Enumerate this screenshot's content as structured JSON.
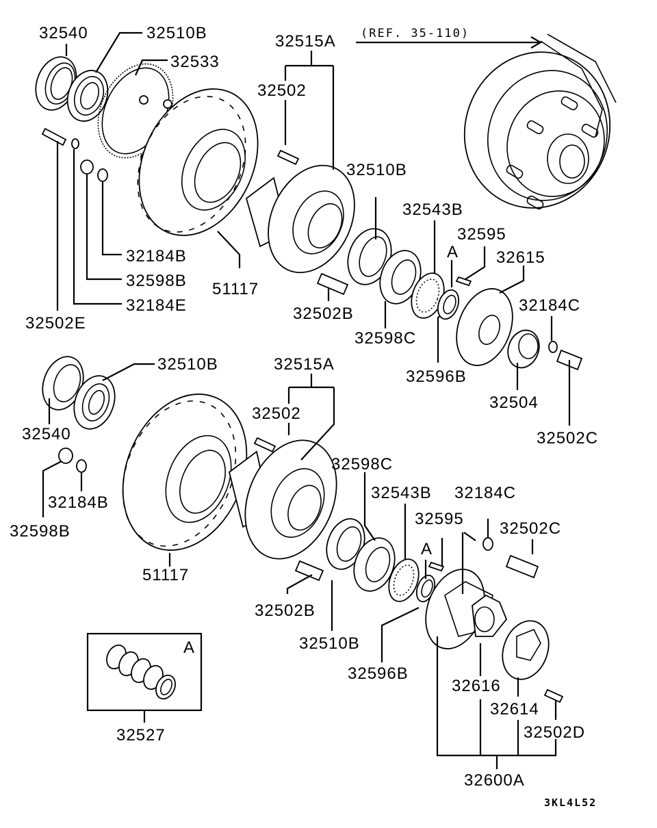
{
  "diagram": {
    "type": "exploded-parts-diagram",
    "subject": "Front axle hub, brake disc and bearing assembly",
    "drawing_code": "3KL4L52",
    "reference_note": "(REF. 35-110)",
    "upper_assembly": {
      "labels": {
        "p32540": "32540",
        "p32510B_a": "32510B",
        "p32533": "32533",
        "p32515A": "32515A",
        "p32502": "32502",
        "p32510B_b": "32510B",
        "p32543B": "32543B",
        "p32595": "32595",
        "a_marker": "A",
        "p32615": "32615",
        "p32184C": "32184C",
        "p32184B": "32184B",
        "p32598B": "32598B",
        "p32184E": "32184E",
        "p32502E": "32502E",
        "p51117": "51117",
        "p32502B": "32502B",
        "p32598C": "32598C",
        "p32596B": "32596B",
        "p32504": "32504",
        "p32502C": "32502C"
      }
    },
    "lower_assembly": {
      "labels": {
        "p32510B_a": "32510B",
        "p32515A": "32515A",
        "p32540": "32540",
        "p32502": "32502",
        "p32598C": "32598C",
        "p32184B": "32184B",
        "p32598B": "32598B",
        "p32543B": "32543B",
        "p32184C": "32184C",
        "p32595": "32595",
        "p32502C": "32502C",
        "a_marker": "A",
        "p51117": "51117",
        "p32502B": "32502B",
        "p32510B_b": "32510B",
        "p32596B": "32596B",
        "p32616": "32616",
        "p32614": "32614",
        "p32502D": "32502D",
        "p32600A": "32600A"
      }
    },
    "kit_box": {
      "marker": "A",
      "part_number": "32527"
    }
  }
}
